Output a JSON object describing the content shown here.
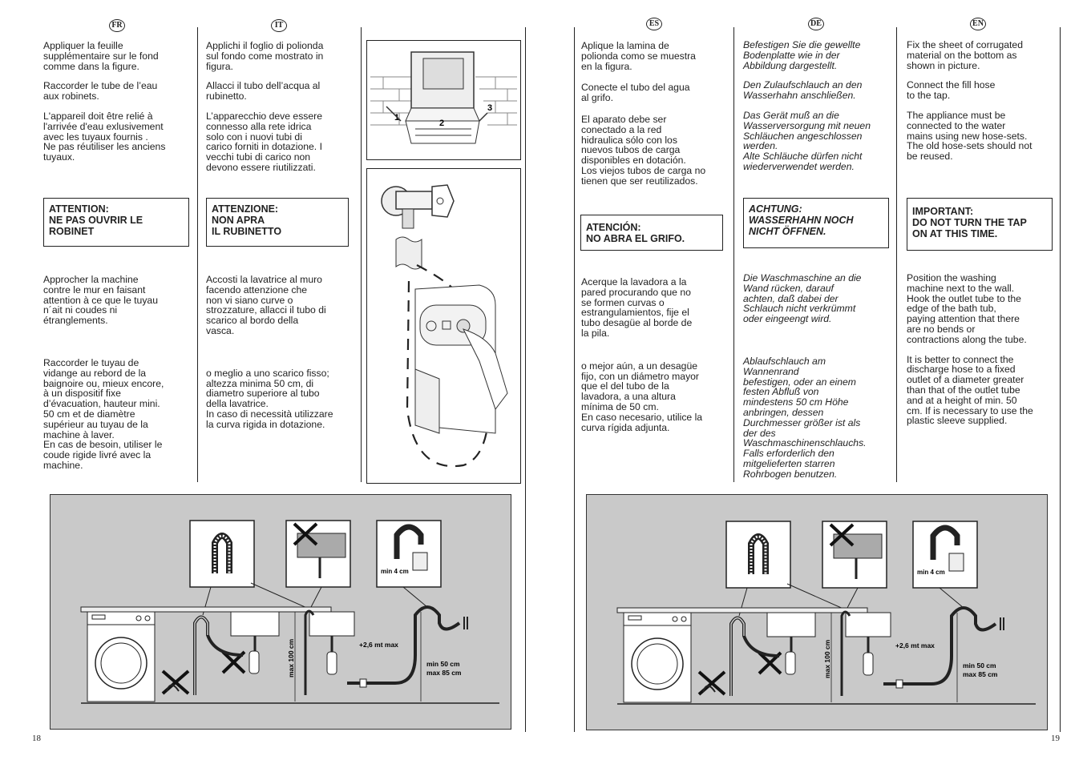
{
  "left_page": {
    "page_number": "18",
    "fr": {
      "badge": "FR",
      "p1": "Appliquer la feuille\nsupplémentaire sur le fond\ncomme dans la figure.",
      "p2": "Raccorder le tube de l’eau\naux robinets.",
      "p3": "L'appareil doit être relié à\nl'arrivée d'eau exlusivement\navec les tuyaux fournis .\nNe pas réutiliser  les anciens\ntuyaux.",
      "warning": "ATTENTION:\nNE PAS OUVRIR LE\nROBINET",
      "p4": "Approcher la machine\ncontre le mur en faisant\nattention à ce que le tuyau\nn´ait ni coudes ni\nétranglements.",
      "p5": "Raccorder le tuyau de\nvidange au rebord de la\nbaignoire ou, mieux encore,\nà un dispositif fixe\nd’évacuation, hauteur mini.\n50 cm et de diamètre\nsupérieur au tuyau de la\nmachine à laver.\nEn cas de besoin, utiliser le\ncoude rigide livré avec la\nmachine."
    },
    "it": {
      "badge": "IT",
      "p1": "Applichi il foglio di polionda\nsul fondo come mostrato in\nfigura.",
      "p2": "Allacci il tubo dell’acqua al\nrubinetto.",
      "p3": "L’apparecchio deve essere\nconnesso alla rete idrica\nsolo con i nuovi tubi di\ncarico forniti in dotazione. I\nvecchi tubi di carico non\ndevono essere riutilizzati.",
      "warning": "ATTENZIONE:\nNON APRA\nIL RUBINETTO",
      "p4": "Accosti la lavatrice al muro\nfacendo attenzione che\nnon vi siano curve o\nstrozzature, allacci il tubo di\nscarico al bordo della\nvasca.",
      "p5": "o meglio a uno scarico fisso;\naltezza minima 50 cm, di\ndiametro superiore al tubo\ndella lavatrice.\nIn caso di necessità utilizzare\nla curva rigida in dotazione."
    },
    "fig_labels": {
      "n1": "1",
      "n2": "2",
      "n3": "3"
    }
  },
  "right_page": {
    "page_number": "19",
    "es": {
      "badge": "ES",
      "p1": "Aplique la lamina de\npolionda como se muestra\nen la figura.",
      "p2": "Conecte el tubo del agua\nal grifo.",
      "p3": "El aparato debe ser\nconectado a la red\nhidraulica sólo con los\nnuevos tubos de carga\ndisponibles en dotación.\nLos viejos tubos de carga no\ntienen que ser reutilizados.",
      "warning": "ATENCIÓN:\nNO ABRA EL GRIFO.",
      "p4": "Acerque la lavadora a la\npared procurando que no\nse formen curvas o\nestrangulamientos, fije el\ntubo desagüe al borde de\nla pila.",
      "p5": "o mejor aún, a un desagüe\nfijo, con un diámetro mayor\nque el del tubo de la\nlavadora, a una altura\nmínima de 50 cm.\nEn caso necesario, utilice la\ncurva rígida adjunta."
    },
    "de": {
      "badge": "DE",
      "p1": "Befestigen Sie die gewellte\nBodenplatte wie in der\nAbbildung dargestellt.",
      "p2": "Den Zulaufschlauch an den\nWasserhahn anschließen.",
      "p3": "Das Gerät muß an die\nWasserversorgung mit neuen\nSchläuchen angeschlossen\nwerden.\nAlte Schläuche dürfen nicht\nwiederverwendet werden.",
      "warning": "ACHTUNG:\nWASSERHAHN NOCH\nNICHT ÖFFNEN.",
      "p4": "Die Waschmaschine an die\nWand rücken, darauf\nachten, daß dabei der\nSchlauch nicht verkrümmt\noder eingeengt wird.",
      "p5": "Ablaufschlauch am\nWannenrand\nbefestigen, oder an einem\nfesten Abfluß von\nmindestens 50 cm Höhe\nanbringen, dessen\nDurchmesser größer ist als\nder des\nWaschmaschinenschlauchs.\nFalls erforderlich den\nmitgelieferten starren\nRohrbogen benutzen."
    },
    "en": {
      "badge": "EN",
      "p1": "Fix the sheet of corrugated\nmaterial on the bottom as\nshown in picture.",
      "p2": "Connect the fill hose\nto the tap.",
      "p3": "The appliance must be\nconnected to the water\nmains using new hose-sets.\nThe old hose-sets should not\nbe reused.",
      "warning": "IMPORTANT:\nDO NOT TURN THE TAP\nON AT THIS TIME.",
      "p4": "Position the washing\nmachine next to the wall.\nHook the outlet tube to the\nedge of the bath tub,\npaying attention that there\nare no bends or\ncontractions along the tube.",
      "p5": "It is better to connect the\ndischarge hose to a fixed\noutlet of a diameter greater\nthan that of the outlet tube\nand at a height of min. 50\ncm. If is necessary to use the\nplastic sleeve supplied."
    }
  },
  "drain_diagram": {
    "min_4": "min 4 cm",
    "max_100": "max 100 cm",
    "plus_26": "+2,6 mt max",
    "min_50": "min 50 cm",
    "max_85": "max 85 cm"
  }
}
